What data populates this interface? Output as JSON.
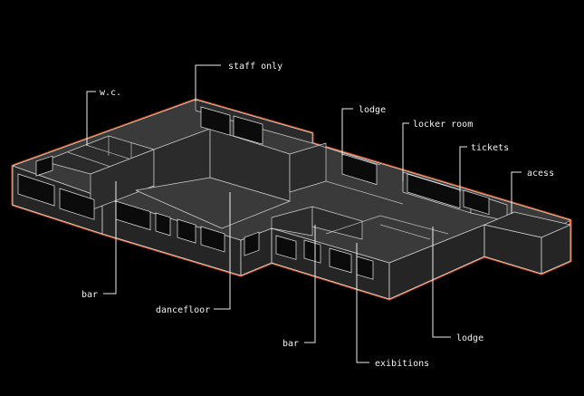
{
  "labels": {
    "staff_only": "staff only",
    "wc": "w.c.",
    "lodge_top": "lodge",
    "locker_room": "locker room",
    "tickets": "tickets",
    "acess": "acess",
    "bar_left": "bar",
    "dancefloor": "dancefloor",
    "bar_center": "bar",
    "lodge_bottom": "lodge",
    "exibitions": "exibitions"
  },
  "colors": {
    "background": "#000000",
    "outline_glow": "#ff5a1e",
    "line": "#ededed"
  }
}
